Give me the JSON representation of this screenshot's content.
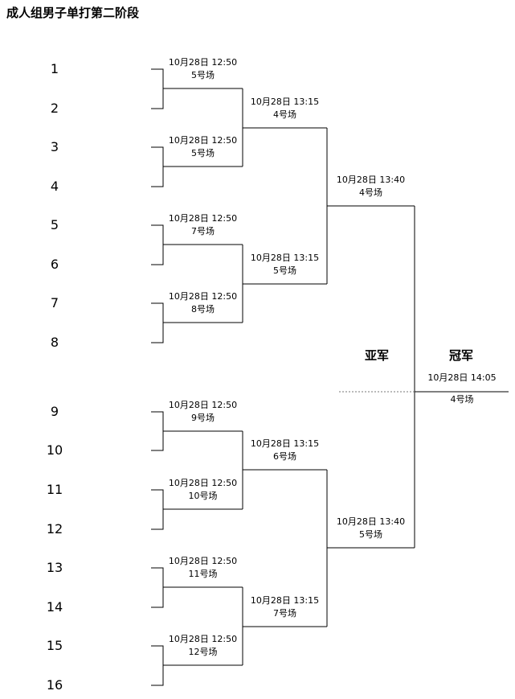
{
  "title": "成人组男子单打第二阶段",
  "seeds": [
    "1",
    "2",
    "3",
    "4",
    "5",
    "6",
    "7",
    "8",
    "9",
    "10",
    "11",
    "12",
    "13",
    "14",
    "15",
    "16"
  ],
  "round1": [
    {
      "time": "10月28日 12:50",
      "court": "5号场"
    },
    {
      "time": "10月28日 12:50",
      "court": "5号场"
    },
    {
      "time": "10月28日 12:50",
      "court": "7号场"
    },
    {
      "time": "10月28日 12:50",
      "court": "8号场"
    },
    {
      "time": "10月28日 12:50",
      "court": "9号场"
    },
    {
      "time": "10月28日 12:50",
      "court": "10号场"
    },
    {
      "time": "10月28日 12:50",
      "court": "11号场"
    },
    {
      "time": "10月28日 12:50",
      "court": "12号场"
    }
  ],
  "round2": [
    {
      "time": "10月28日  13:15",
      "court": "4号场"
    },
    {
      "time": "10月28日  13:15",
      "court": "5号场"
    },
    {
      "time": "10月28日  13:15",
      "court": "6号场"
    },
    {
      "time": "10月28日  13:15",
      "court": "7号场"
    }
  ],
  "semis": [
    {
      "time": "10月28日 13:40",
      "court": "4号场"
    },
    {
      "time": "10月28日 13:40",
      "court": "5号场"
    }
  ],
  "final": {
    "time": "10月28日 14:05",
    "court": "4号场"
  },
  "runner_up_label": "亚军",
  "champion_label": "冠军"
}
